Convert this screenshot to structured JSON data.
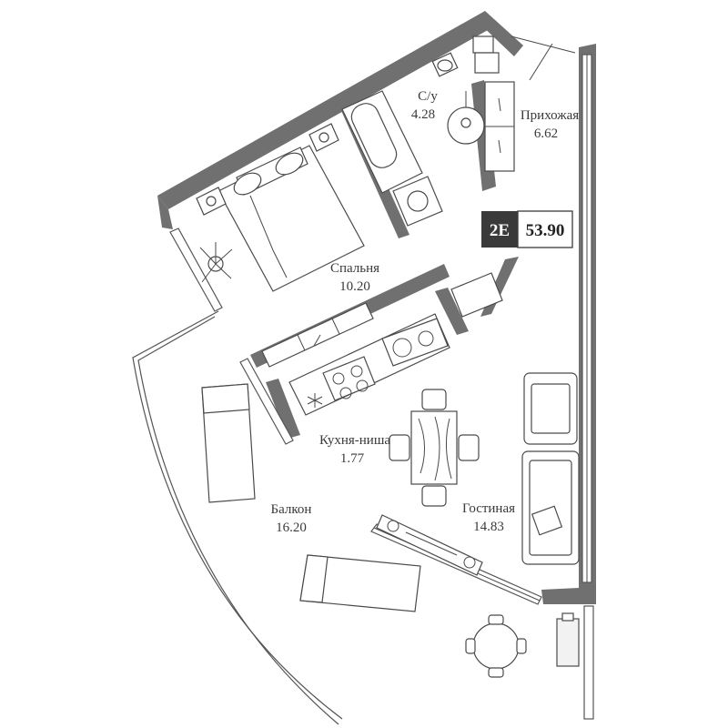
{
  "apartment": {
    "code": "2E",
    "total_area": "53.90",
    "colors": {
      "wall": "#707070",
      "badge_bg": "#3a3a3a",
      "badge_border": "#3a3a3a"
    }
  },
  "rooms": {
    "bathroom": {
      "name": "С/у",
      "area": "4.28"
    },
    "hallway": {
      "name": "Прихожая",
      "area": "6.62"
    },
    "bedroom": {
      "name": "Спальня",
      "area": "10.20"
    },
    "kitchen": {
      "name": "Кухня-ниша",
      "area": "1.77"
    },
    "living": {
      "name": "Гостиная",
      "area": "14.83"
    },
    "balcony": {
      "name": "Балкон",
      "area": "16.20"
    }
  },
  "icons": [
    "bed-icon",
    "bathtub-icon",
    "toilet-icon",
    "sink-icon",
    "washing-machine-icon",
    "stove-icon",
    "kitchen-sink-icon",
    "dining-table-icon",
    "sofa-icon",
    "armchair-icon",
    "tv-stand-icon",
    "sun-lounger-icon",
    "plant-icon",
    "round-table-icon"
  ]
}
